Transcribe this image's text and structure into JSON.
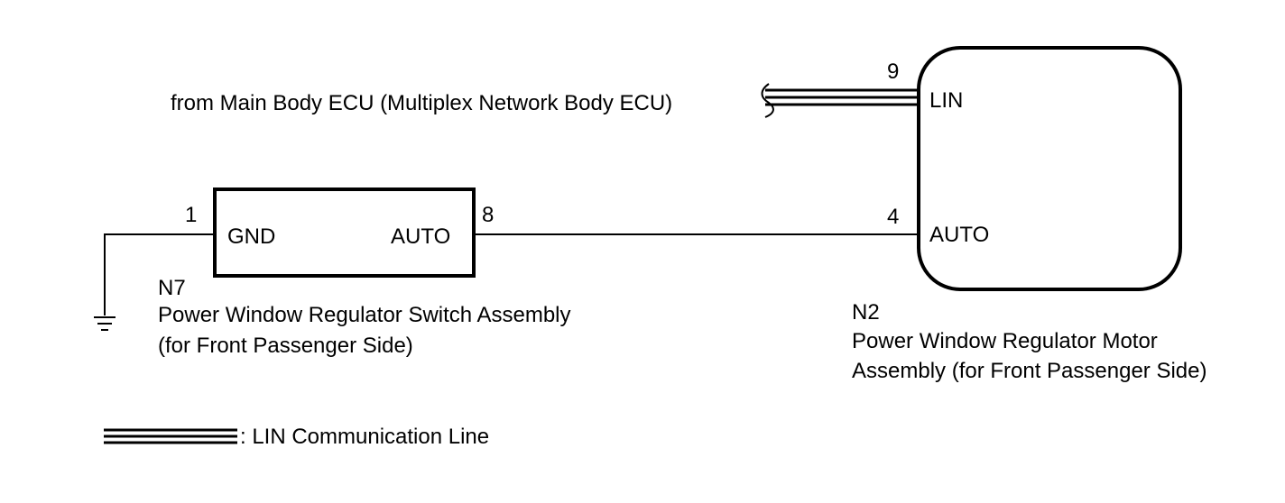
{
  "source": {
    "text": "from Main Body ECU (Multiplex Network Body ECU)"
  },
  "switch_assembly": {
    "code": "N7",
    "name_line1": "Power Window Regulator Switch Assembly",
    "name_line2": "(for Front Passenger Side)",
    "pin_gnd_number": "1",
    "pin_gnd_label": "GND",
    "pin_auto_number": "8",
    "pin_auto_label": "AUTO"
  },
  "motor_assembly": {
    "code": "N2",
    "name_line1": "Power Window Regulator Motor",
    "name_line2": "Assembly (for Front Passenger Side)",
    "pin_lin_number": "9",
    "pin_lin_label": "LIN",
    "pin_auto_number": "4",
    "pin_auto_label": "AUTO"
  },
  "legend": {
    "text": ": LIN Communication Line"
  },
  "colors": {
    "line": "#000000",
    "background": "#ffffff"
  }
}
